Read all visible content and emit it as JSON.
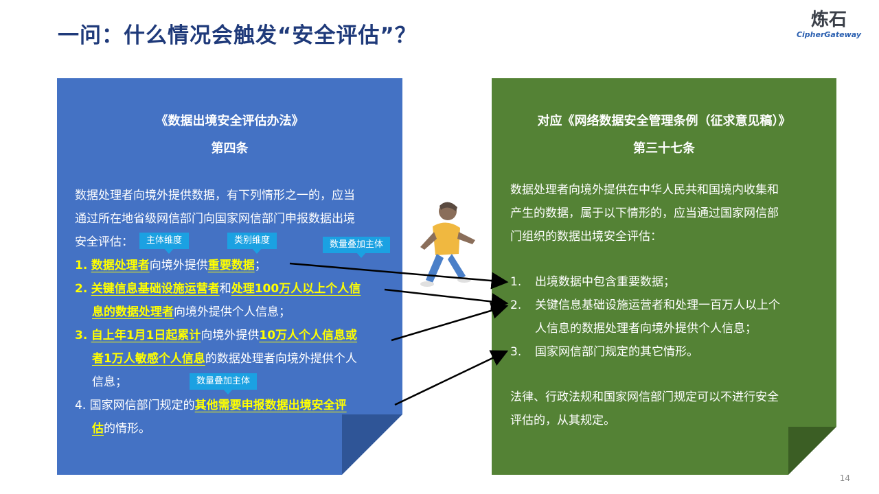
{
  "page_title": "一问：什么情况会触发“安全评估”？",
  "logo": {
    "cn": "炼石",
    "en": "CipherGateway"
  },
  "page_number": "14",
  "left_panel": {
    "title": "《数据出境安全评估办法》",
    "subtitle": "第四条",
    "intro_line1": "数据处理者向境外提供数据，有下列情形之一的，应当",
    "intro_line2": "通过所在地省级网信部门向国家网信部门申报数据出境",
    "intro_line3": "安全评估：",
    "tags": {
      "subject": "主体维度",
      "category": "类别维度",
      "quantity_top": "数量叠加主体",
      "quantity_bottom": "数量叠加主体"
    },
    "items": [
      {
        "num": "1.",
        "p1": "数据处理者",
        "p2": "向境外提供",
        "p3": "重要数据",
        "p4": "；"
      },
      {
        "num": "2.",
        "p1": "关键信息基础设施运营者",
        "p2": "和",
        "p3": "处理100万人以上个人信",
        "p4": "息的数据处理者",
        "p5": "向境外提供个人信息；"
      },
      {
        "num": "3.",
        "p1": "自上年1月1日起累计",
        "p2": "向境外提供",
        "p3": "10万人个人信息或",
        "p4": "者1万人敏感个人信息",
        "p5": "的数据处理者向境外提供个人",
        "p6": "信息；"
      },
      {
        "num": "4.",
        "p1": "国家网信部门规定的",
        "p2": "其他需要申报数据出境安全评",
        "p3": "估",
        "p4": "的情形。"
      }
    ]
  },
  "right_panel": {
    "title": "对应《网络数据安全管理条例（征求意见稿）》",
    "subtitle": "第三十七条",
    "intro_line1": "数据处理者向境外提供在中华人民共和国境内收集和",
    "intro_line2": "产生的数据，属于以下情形的，应当通过国家网信部",
    "intro_line3": "门组织的数据出境安全评估：",
    "items": [
      {
        "num": "1.",
        "line1": "出境数据中包含重要数据；"
      },
      {
        "num": "2.",
        "line1": "关键信息基础设施运营者和处理一百万人以上个",
        "line2": "人信息的数据处理者向境外提供个人信息；"
      },
      {
        "num": "3.",
        "line1": "国家网信部门规定的其它情形。"
      }
    ],
    "closing_line1": "法律、行政法规和国家网信部门规定可以不进行安全",
    "closing_line2": "评估的，从其规定。"
  },
  "colors": {
    "title": "#1f3a7a",
    "blue_panel": "#4472c4",
    "green_panel": "#548235",
    "highlight": "#ffff00",
    "tag": "#1ba1e2"
  }
}
